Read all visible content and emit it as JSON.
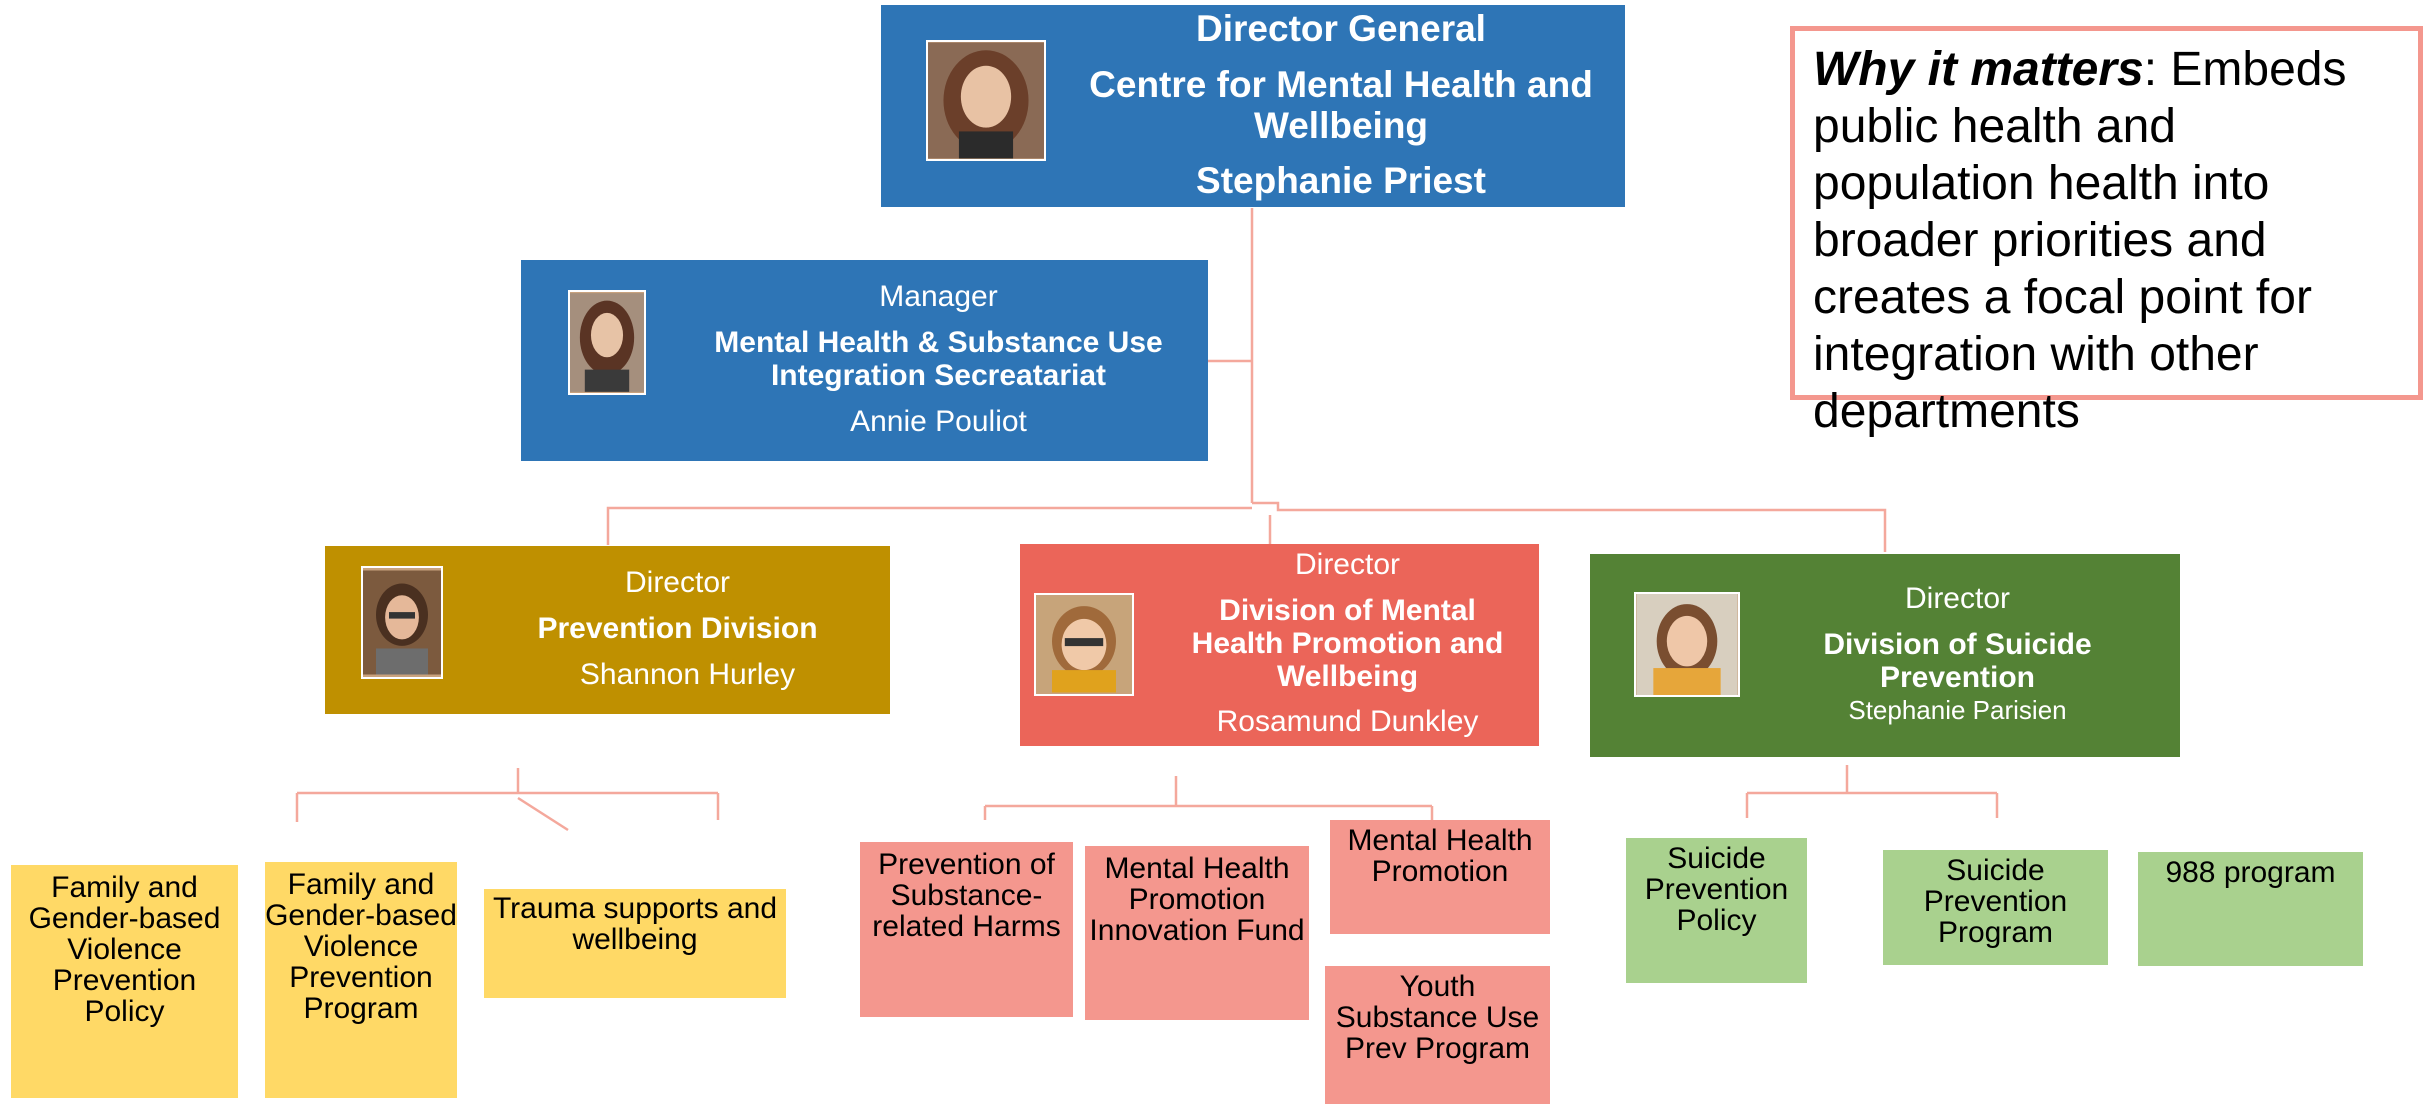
{
  "colors": {
    "blue": "#2e75b6",
    "gold": "#bf9000",
    "red": "#eb6559",
    "green": "#548235",
    "yellow_light": "#ffd966",
    "salmon_light": "#f4978e",
    "green_light": "#a9d18e",
    "connector": "#f4a89c"
  },
  "director_general": {
    "role": "Director General",
    "unit": "Centre for Mental Health and Wellbeing",
    "name": "Stephanie Priest"
  },
  "secretariat": {
    "role": "Manager",
    "unit": "Mental Health & Substance Use Integration Secreatariat",
    "name": "Annie Pouliot"
  },
  "divisions": [
    {
      "role": "Director",
      "unit": "Prevention Division",
      "name": "Shannon Hurley",
      "programs": [
        "Family and Gender-based Violence Prevention Policy",
        "Family and Gender-based Violence Prevention Program",
        "Trauma supports and wellbeing"
      ]
    },
    {
      "role": "Director",
      "unit": "Division of Mental Health Promotion and Wellbeing",
      "name": "Rosamund Dunkley",
      "programs": [
        "Prevention of Substance-related Harms",
        "Mental Health Promotion Innovation Fund",
        "Mental Health Promotion",
        "Youth Substance Use Prev Program"
      ]
    },
    {
      "role": "Director",
      "unit": "Division of Suicide Prevention",
      "name": "Stephanie Parisien",
      "programs": [
        "Suicide Prevention Policy",
        "Suicide Prevention Program",
        "988 program"
      ]
    }
  ],
  "callout": {
    "lead": "Why it matters",
    "body": ": Embeds public health and population health into broader priorities and creates a focal point for integration with other departments"
  }
}
